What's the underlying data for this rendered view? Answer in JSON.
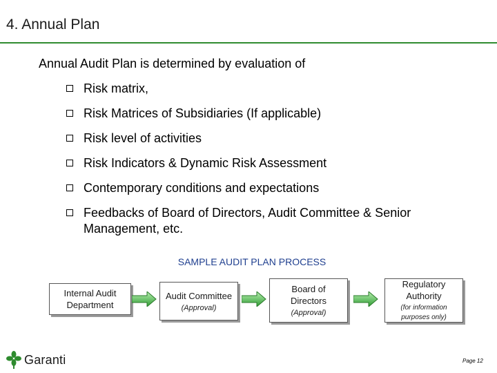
{
  "slide": {
    "title": "4. Annual Plan",
    "intro": "Annual Audit Plan is determined by evaluation of",
    "bullets": [
      "Risk matrix,",
      "Risk Matrices of Subsidiaries (If applicable)",
      "Risk level of activities",
      "Risk Indicators & Dynamic Risk Assessment",
      "Contemporary conditions and expectations",
      "Feedbacks of Board of Directors, Audit Committee & Senior Management, etc."
    ]
  },
  "process": {
    "title": "SAMPLE AUDIT PLAN PROCESS",
    "steps": [
      {
        "label": "Internal Audit Department",
        "note": ""
      },
      {
        "label": "Audit Committee",
        "note": "(Approval)"
      },
      {
        "label": "Board of Directors",
        "note": "(Approval)"
      },
      {
        "label": "Regulatory Authority",
        "note": "(for information purposes only)"
      }
    ]
  },
  "footer": {
    "logo_text": "Garanti",
    "page_label": "Page 12"
  },
  "colors": {
    "accent_green": "#2e8b2e",
    "arrow_green": "#3cb043",
    "process_title_blue": "#1f3f8f"
  }
}
